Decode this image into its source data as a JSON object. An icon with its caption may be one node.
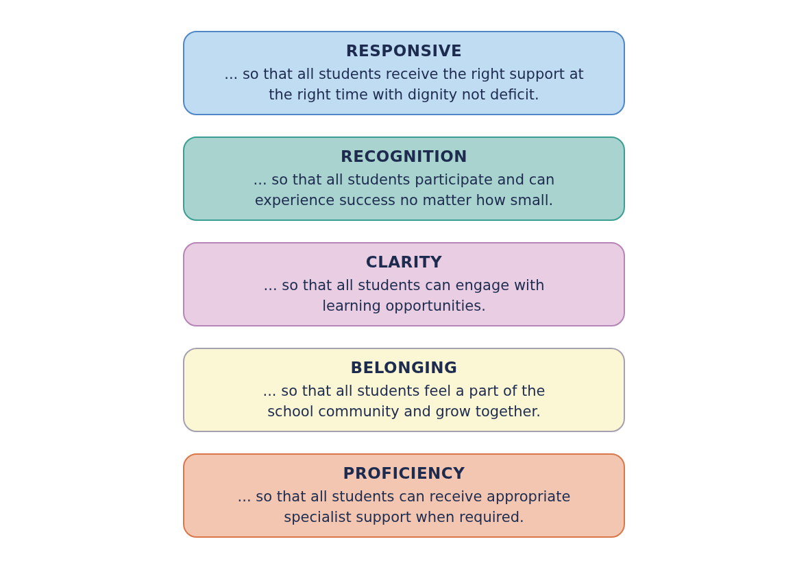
{
  "diagram": {
    "nodes": [
      {
        "text": [
          "RESPONSIVE",
          "... so that all students receive the right support at the right time with dignity not deficit."
        ]
      },
      {
        "text": [
          "RECOGNITION",
          "... so that all students participate and can experience success no matter how small."
        ]
      },
      {
        "text": [
          "CLARITY",
          "... so that all students can engage with learning opportunities."
        ]
      },
      {
        "text": [
          "BELONGING",
          "... so that all students feel a part of the school community and grow together."
        ]
      },
      {
        "text": [
          "PROFICIENCY",
          "... so that all students can receive appropriate specialist support when required."
        ]
      }
    ]
  }
}
